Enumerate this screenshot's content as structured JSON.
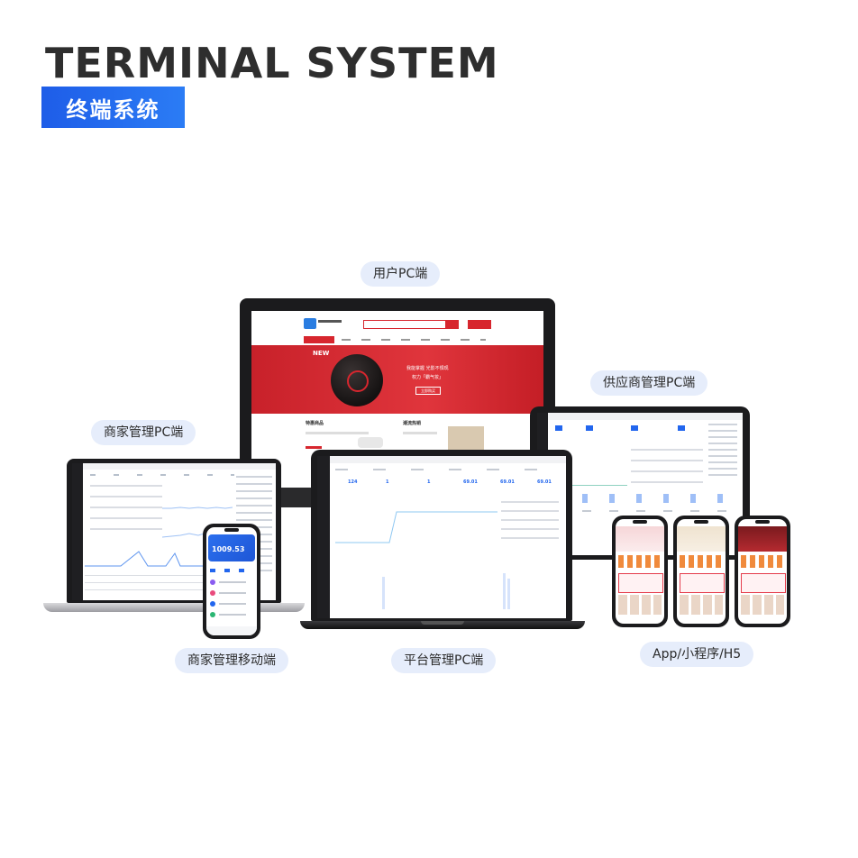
{
  "header": {
    "title": "TERMINAL SYSTEM",
    "subtitle": "终端系统"
  },
  "labels": {
    "user_pc": "用户PC端",
    "supplier_pc": "供应商管理PC端",
    "merchant_pc": "商家管理PC端",
    "merchant_mobile": "商家管理移动端",
    "platform_pc": "平台管理PC端",
    "app": "App/小程序/H5"
  },
  "user_pc_screen": {
    "badge": "NEW",
    "banner_line1": "我能掌握 光影不惧现",
    "banner_line2": "权力「霸气妆」",
    "banner_button": "立即购买",
    "section_left": "特惠商品",
    "section_right": "潮流热销"
  },
  "platform_screen": {
    "stats": [
      "124",
      "1",
      "1",
      "69.01",
      "69.01",
      "69.01"
    ]
  },
  "merchant_mobile_screen": {
    "amount": "1009.53"
  },
  "colors": {
    "accent_blue": "#2266ee",
    "brand_red": "#d7262e",
    "pill_bg": "#e6edfb"
  }
}
